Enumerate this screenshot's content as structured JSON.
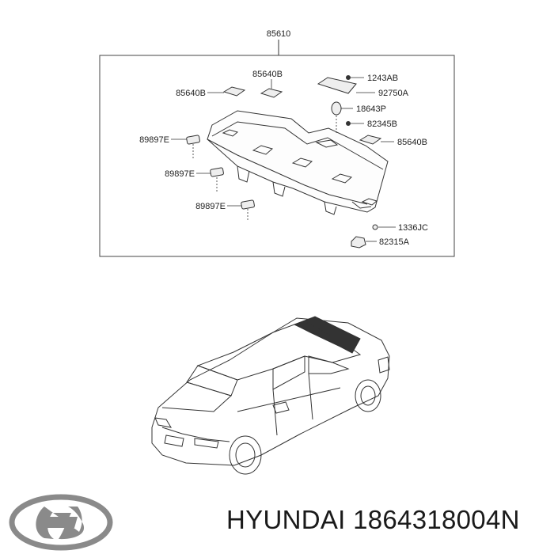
{
  "diagram": {
    "assembly_label": "85610",
    "parts": {
      "p85640B_top": "85640B",
      "p85640B_left": "85640B",
      "p1243AB": "1243AB",
      "p92750A": "92750A",
      "p18643P": "18643P",
      "p82345B": "82345B",
      "p85640B_right": "85640B",
      "p89897E_1": "89897E",
      "p89897E_2": "89897E",
      "p89897E_3": "89897E",
      "p1336JC": "1336JC",
      "p82315A": "82315A"
    }
  },
  "footer": {
    "brand": "HYUNDAI",
    "part_number": "1864318004N",
    "caption": "HYUNDAI 1864318004N"
  }
}
